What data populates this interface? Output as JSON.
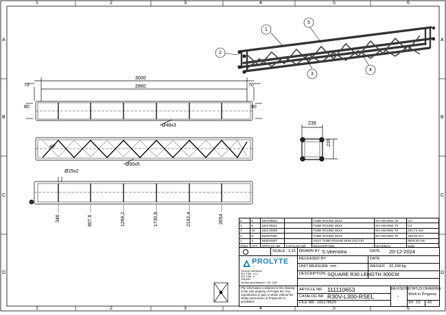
{
  "grid": {
    "columns": [
      "1",
      "2",
      "3",
      "4",
      "5",
      "6"
    ],
    "rows": [
      "A",
      "B",
      "C",
      "D"
    ]
  },
  "balloons": [
    "1",
    "2",
    "3",
    "4",
    "5"
  ],
  "dimensions": {
    "total_length": "3000",
    "inner_length": "2860",
    "end_left": "70",
    "end_right": "70",
    "height_left": "80",
    "height_right": "80",
    "chord_dia": "Ø48x3",
    "angle": "45°",
    "diag_dia": "Ø50x5",
    "brace_dia": "Ø25x2",
    "section_w": "239",
    "section_h": "239",
    "stations": [
      "346",
      "807,6",
      "1269,2",
      "1730,8",
      "2192,4",
      "2654"
    ]
  },
  "bom": {
    "rows": [
      {
        "item": "5",
        "qty": "6",
        "article": "160178653",
        "catalog": "",
        "description": "TUBE ROUND 25X3",
        "material": "EN AW-6082 T6",
        "size": "0,0"
      },
      {
        "item": "4",
        "qty": "6",
        "article": "160178622",
        "catalog": "",
        "description": "TUBE ROUND 48X3",
        "material": "EN AW-6082 T6",
        "size": "0,0"
      },
      {
        "item": "3",
        "qty": "24",
        "article": "160172905",
        "catalog": "",
        "description": "TUBE ROUND 25X3",
        "material": "EN AW-6082 T6",
        "size": "281,74 mm"
      },
      {
        "item": "2",
        "qty": "8",
        "article": "260007692",
        "catalog": "",
        "description": "TUBE ROUND 25X3",
        "material": "EN AW-6082 T6",
        "size": "189,00 mm"
      },
      {
        "item": "1",
        "qty": "4",
        "article": "160010457",
        "catalog": "",
        "description": "ASSY TUBE ROUND 50X5 ZXCC57",
        "material": "",
        "size": "3000,00 mm"
      }
    ],
    "headers": {
      "item": "ITEM",
      "qty": "QTY",
      "article": "ARTICLE NR",
      "catalog": "CATALOG NR",
      "description": "DESCRIPTION",
      "material": "MATERIAL",
      "size": "SIZE"
    }
  },
  "title_block": {
    "scale_label": "SCALE : 1:15",
    "drawn_by_label": "DRAWN BY",
    "drawn_by": "S.Veenstra",
    "date_label": "DATE",
    "date": "20-12-2024",
    "released_by_label": "RELEASED BY",
    "released_by": "",
    "date2_label": "DATE",
    "date2": "",
    "unit_label": "UNIT MEASURE",
    "unit": "mm",
    "weight_label": "WEIGHT",
    "weight": "32,168 kg",
    "description_label": "DESCRIPTION",
    "description": "SQUARE R30 LENGTH 300CM",
    "brand": "PROLYTE",
    "company_info": "General Tolerances\nISO 2768 - f,c,x\nISO 2768 - K\nDIN1090\nSurface specifications : ISO 1302",
    "disclaimer": "The information contained in this drawing is the sole property of Prolyte BV. Any reproduction in part or whole without the written permission of Prolyte BV is prohibited.",
    "article_label": "ARTICLE NR",
    "article": "111110653",
    "catalog_label": "CATALOG NR",
    "catalog": "R30V-L300-RSEL",
    "file_label": "FILE NR :",
    "file": "160178629",
    "revision_label": "REVISION",
    "revision": "-",
    "status_label": "STATUS DRAWING",
    "status": "Work in Progress",
    "sheet": "SH : 1/1",
    "size": "A3"
  },
  "colors": {
    "line": "#000000",
    "steel": "#3a3a3a",
    "brand_blue": "#1d84c6"
  }
}
